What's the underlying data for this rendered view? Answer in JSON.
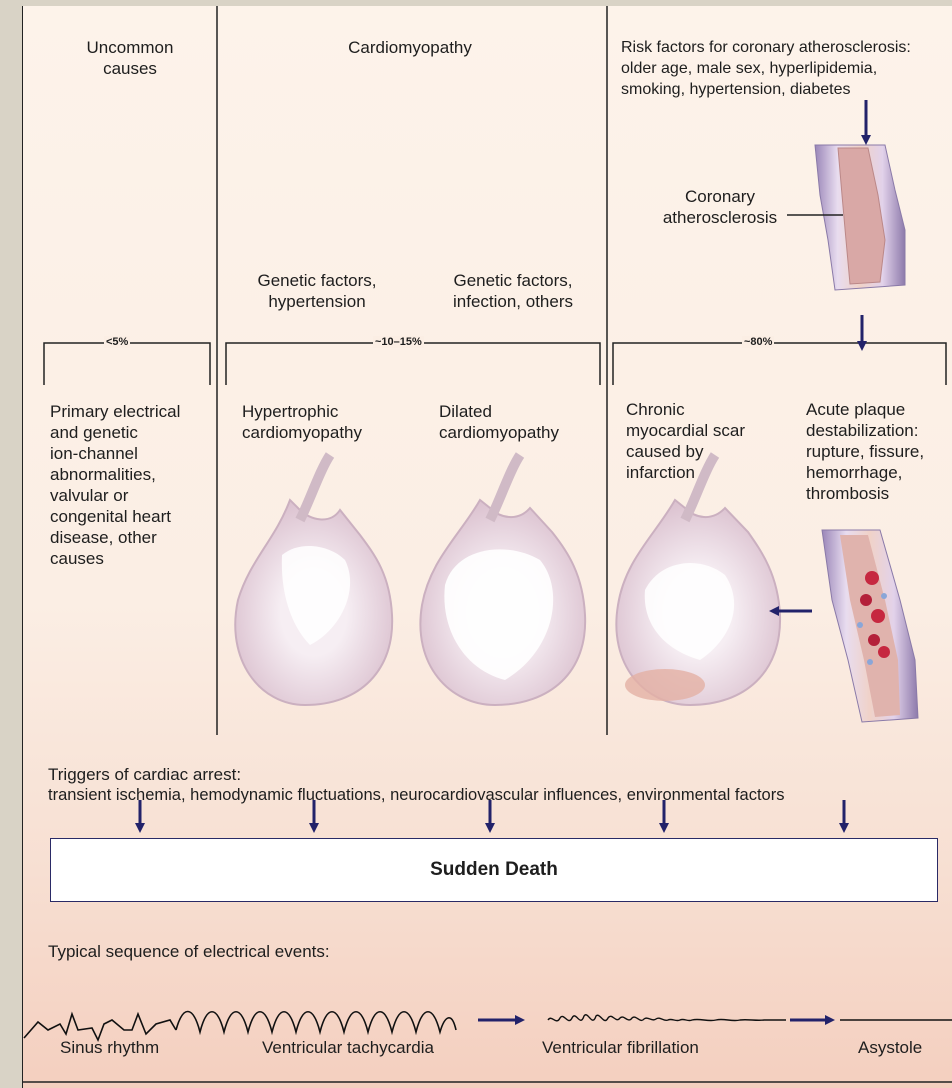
{
  "columns": {
    "uncommon": {
      "header": "Uncommon\ncauses",
      "percent": "<5%",
      "description": "Primary electrical\nand genetic\nion-channel\nabnormalities,\nvalvular or\ncongenital heart\ndisease, other\ncauses"
    },
    "cardiomyopathy": {
      "header": "Cardiomyopathy",
      "factors_left": "Genetic factors,\nhypertension",
      "factors_right": "Genetic factors,\ninfection, others",
      "percent": "~10–15%",
      "type_left": "Hypertrophic\ncardiomyopathy",
      "type_right": "Dilated\ncardiomyopathy"
    },
    "coronary": {
      "header": "Risk factors for coronary atherosclerosis:\nolder age, male sex, hyperlipidemia,\nsmoking, hypertension, diabetes",
      "atherosclerosis_label": "Coronary\natherosclerosis",
      "percent": "~80%",
      "scar_label": "Chronic\nmyocardial scar\ncaused by\ninfarction",
      "plaque_label": "Acute plaque\ndestabilization:\nrupture, fissure,\nhemorrhage,\nthrombosis"
    }
  },
  "triggers": {
    "title": "Triggers of cardiac arrest:",
    "list": "transient ischemia, hemodynamic fluctuations, neurocardiovascular influences, environmental factors"
  },
  "sudden_death": "Sudden Death",
  "sequence": {
    "title": "Typical sequence of electrical events:",
    "events": [
      "Sinus rhythm",
      "Ventricular tachycardia",
      "Ventricular fibrillation",
      "Asystole"
    ]
  },
  "colors": {
    "arrow": "#22226a",
    "heart": "#dcc3d0",
    "line": "#222222"
  }
}
